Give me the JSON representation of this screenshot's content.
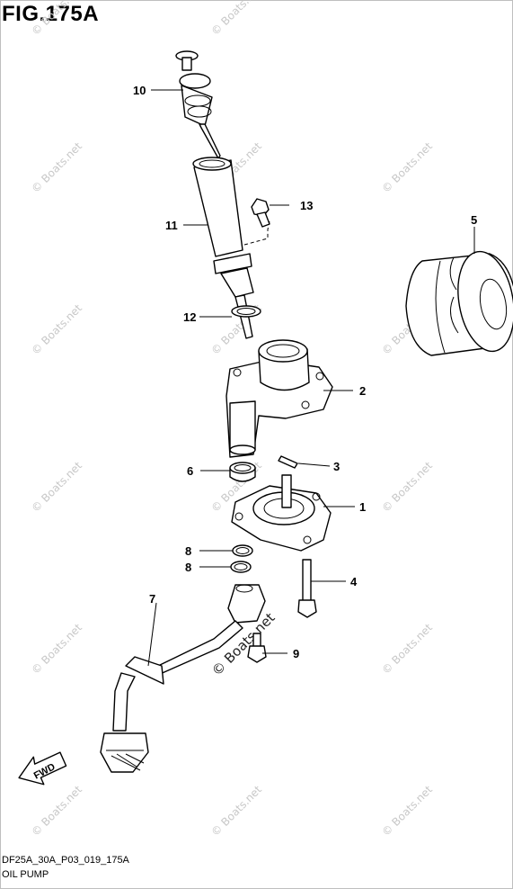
{
  "figure": {
    "title": "FIG.175A",
    "diagram_code": "DF25A_30A_P03_019_175A",
    "diagram_name": "OIL PUMP"
  },
  "callouts": {
    "c1": "1",
    "c2": "2",
    "c3": "3",
    "c4": "4",
    "c5": "5",
    "c6": "6",
    "c7": "7",
    "c8a": "8",
    "c8b": "8",
    "c9": "9",
    "c10": "10",
    "c11": "11",
    "c12": "12",
    "c13": "13"
  },
  "direction_arrow": {
    "label": "FWD"
  },
  "watermark": {
    "text": "© Boats.net"
  }
}
